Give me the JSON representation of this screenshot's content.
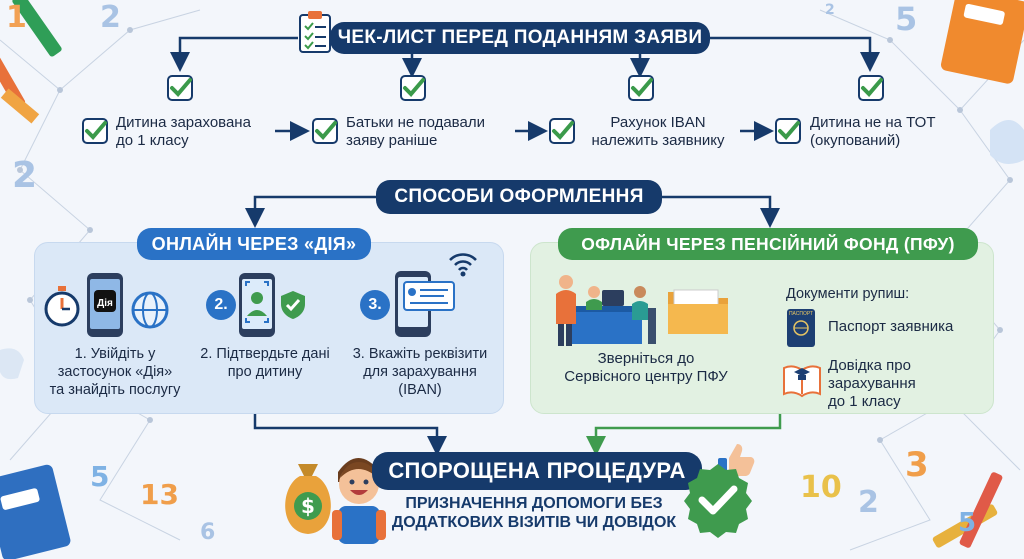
{
  "title": "ЧЕК-ЛИСТ ПЕРЕД ПОДАННЯМ ЗАЯВИ",
  "checklist": [
    {
      "line1": "Дитина зарахована",
      "line2": "до 1 класу"
    },
    {
      "line1": "Батьки не подавали",
      "line2": "заяву раніше"
    },
    {
      "line1": "Рахунок IBAN",
      "line2": "належить заявнику"
    },
    {
      "line1": "Дитина не на ТОТ",
      "line2": "(окупований)"
    }
  ],
  "methods_title": "СПОСОБИ ОФОРМЛЕННЯ",
  "online": {
    "title": "ОНЛАЙН ЧЕРЕЗ «ДІЯ»",
    "app_label": "Дія",
    "steps": [
      {
        "number": "",
        "line1": "1. Увійдіть у",
        "line2": "застосунок «Дія»",
        "line3": "та знайдіть послугу"
      },
      {
        "number": "2.",
        "line1": "2. Підтвердьте дані",
        "line2": "про дитину",
        "line3": ""
      },
      {
        "number": "3.",
        "line1": "3. Вкажіть реквізити",
        "line2": "для зарахування",
        "line3": "(IBAN)"
      }
    ]
  },
  "offline": {
    "title": "ОФЛАЙН ЧЕРЕЗ ПЕНСІЙНИЙ ФОНД (ПФУ)",
    "instruction_line1": "Зверніться до",
    "instruction_line2": "Сервісного центру ПФУ",
    "docs_title": "Документи рупиш:",
    "docs": [
      {
        "line1": "Паспорт заявника",
        "line2": "",
        "line3": ""
      },
      {
        "line1": "Довідка про",
        "line2": "зарахування",
        "line3": "до 1 класу"
      }
    ],
    "passport_label": "ПАСПОРТ"
  },
  "result": {
    "title": "СПОРОЩЕНА ПРОЦЕДУРА",
    "line1": "ПРИЗНАЧЕННЯ ДОПОМОГИ БЕЗ",
    "line2": "ДОДАТКОВИХ ВІЗИТІВ ЧИ ДОВІДОК"
  },
  "colors": {
    "navy": "#163a6b",
    "blue": "#2a72c6",
    "green": "#3f9b4e",
    "check_green": "#3b9a4a"
  }
}
